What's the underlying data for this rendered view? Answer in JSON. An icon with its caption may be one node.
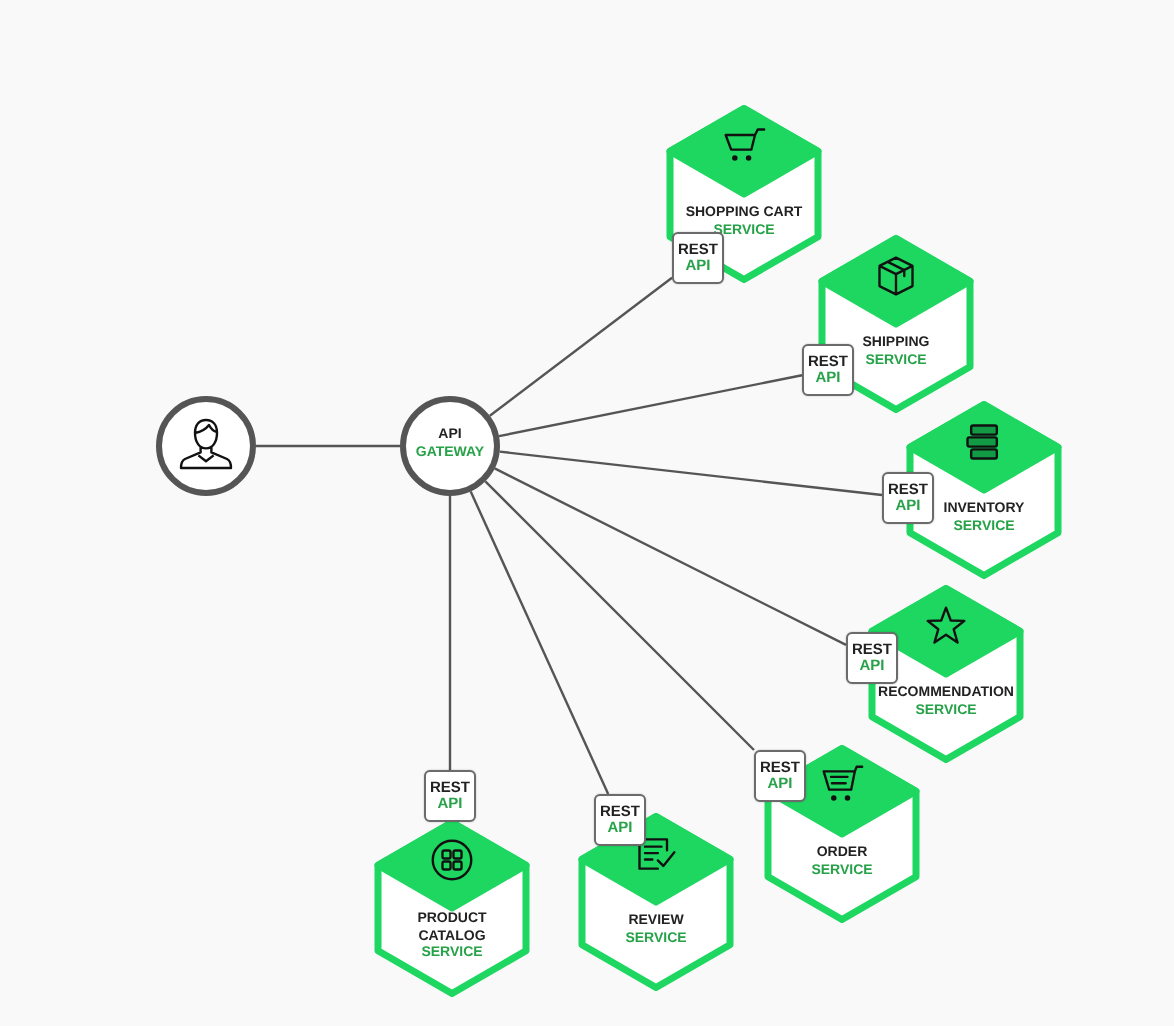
{
  "diagram": {
    "nodes": [
      {
        "text": [],
        "shape": "person"
      },
      {
        "text": [
          "API",
          "GATEWAY"
        ]
      },
      {
        "text": [
          "SHOPPING CART",
          "SERVICE"
        ]
      },
      {
        "text": [
          "REST",
          "API"
        ]
      },
      {
        "text": [
          "SHIPPING",
          "SERVICE"
        ]
      },
      {
        "text": [
          "REST",
          "API"
        ]
      },
      {
        "text": [
          "INVENTORY",
          "SERVICE"
        ]
      },
      {
        "text": [
          "REST",
          "API"
        ]
      },
      {
        "text": [
          "RECOMMENDATION",
          "SERVICE"
        ]
      },
      {
        "text": [
          "REST",
          "API"
        ]
      },
      {
        "text": [
          "ORDER",
          "SERVICE"
        ]
      },
      {
        "text": [
          "REST",
          "API"
        ]
      },
      {
        "text": [
          "PRODUCT CATALOG",
          "SERVICE"
        ]
      },
      {
        "text": [
          "REST",
          "API"
        ]
      },
      {
        "text": [
          "REVIEW",
          "SERVICE"
        ]
      },
      {
        "text": [
          "REST",
          "API"
        ]
      }
    ],
    "edges": [
      {
        "from": 0,
        "to": 1,
        "arrow": "none"
      },
      {
        "from": 1,
        "to": 3,
        "arrow": "none"
      },
      {
        "from": 1,
        "to": 5,
        "arrow": "none"
      },
      {
        "from": 1,
        "to": 7,
        "arrow": "none"
      },
      {
        "from": 1,
        "to": 9,
        "arrow": "none"
      },
      {
        "from": 1,
        "to": 11,
        "arrow": "none"
      },
      {
        "from": 1,
        "to": 13,
        "arrow": "none"
      },
      {
        "from": 1,
        "to": 15,
        "arrow": "none"
      }
    ]
  }
}
